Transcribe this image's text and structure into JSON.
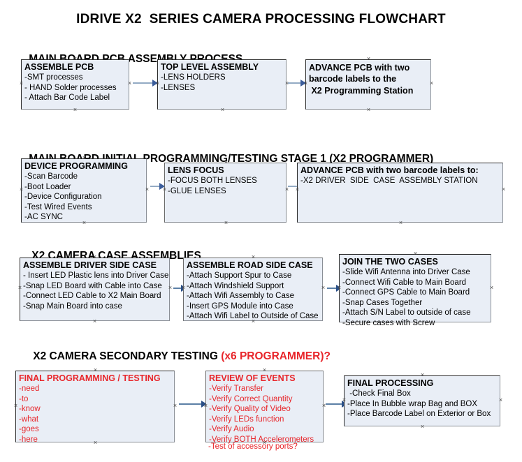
{
  "title": "IDRIVE X2  SERIES CAMERA PROCESSING FLOWCHART",
  "sections": [
    {
      "heading": "MAIN BOARD PCB ASSEMBLY PROCESS",
      "heading_accent": "",
      "boxes": [
        {
          "title": "ASSEMBLE PCB",
          "items": [
            "-SMT processes",
            "- HAND Solder processes",
            "- Attach Bar Code Label"
          ]
        },
        {
          "title": "TOP LEVEL ASSEMBLY",
          "items": [
            "-LENS HOLDERS",
            "-LENSES"
          ]
        },
        {
          "title": "ADVANCE PCB with two",
          "items": [
            "barcode labels to the",
            " X2 Programming Station"
          ]
        }
      ]
    },
    {
      "heading": "MAIN BOARD INITIAL PROGRAMMING/TESTING STAGE 1 (X2 PROGRAMMER)",
      "heading_accent": "",
      "boxes": [
        {
          "title": "DEVICE PROGRAMMING",
          "items": [
            "-Scan Barcode",
            "-Boot Loader",
            "-Device Configuration",
            "-Test Wired Events",
            "-AC SYNC"
          ]
        },
        {
          "title": "LENS FOCUS",
          "items": [
            "-FOCUS BOTH LENSES",
            "-GLUE LENSES"
          ]
        },
        {
          "title": "ADVANCE PCB with two barcode labels to:",
          "items": [
            "-X2 DRIVER  SIDE  CASE  ASSEMBLY STATION"
          ]
        }
      ]
    },
    {
      "heading": "X2 CAMERA CASE ASSEMBLIES",
      "heading_accent": "",
      "boxes": [
        {
          "title": "ASSEMBLE DRIVER SIDE CASE",
          "items": [
            "- Insert LED Plastic lens into Driver Case",
            "-Snap LED Board with Cable into Case",
            "-Connect LED Cable to X2 Main Board",
            "-Snap Main Board into case"
          ]
        },
        {
          "title": "ASSEMBLE ROAD SIDE CASE",
          "items": [
            "-Attach Support Spur to Case",
            "-Attach Windshield Support",
            "-Attach Wifi Assembly to Case",
            "-Insert GPS Module into Case",
            "-Attach Wifi Label to Outside of Case"
          ]
        },
        {
          "title": "JOIN THE TWO CASES",
          "items": [
            "-Slide Wifi Antenna into Driver Case",
            "-Connect Wifi Cable to Main Board",
            "-Connect GPS Cable to Main Board",
            "-Snap Cases Together",
            "-Attach S/N Label to outside of case",
            "-Secure cases with Screw"
          ]
        }
      ]
    },
    {
      "heading": "X2 CAMERA SECONDARY TESTING ",
      "heading_accent": "(x6 PROGRAMMER)?",
      "boxes": [
        {
          "title": "FINAL PROGRAMMING / TESTING",
          "items": [
            "-need",
            "-to",
            "-know",
            "-what",
            "-goes",
            "-here"
          ]
        },
        {
          "title": "REVIEW OF EVENTS",
          "items": [
            "-Verify Transfer",
            "-Verify Correct Quantity",
            "-Verify Quality of Video",
            "-Verify LEDs function",
            "-Verify Audio",
            "-Verify BOTH Accelerometers"
          ],
          "overflow_item": "-Test of accessory ports?"
        },
        {
          "title": "FINAL PROCESSING",
          "items": [
            " -Check Final Box",
            "-Place In Bubble wrap Bag and BOX",
            "-Place Barcode Label on Exterior or Box"
          ]
        }
      ]
    }
  ],
  "colors": {
    "box_fill": "#e9eef6",
    "box_border": "#2b2b2b",
    "accent_red": "#e8262b",
    "arrow": "#93aac4",
    "arrow_head": "#3b5d9b"
  }
}
